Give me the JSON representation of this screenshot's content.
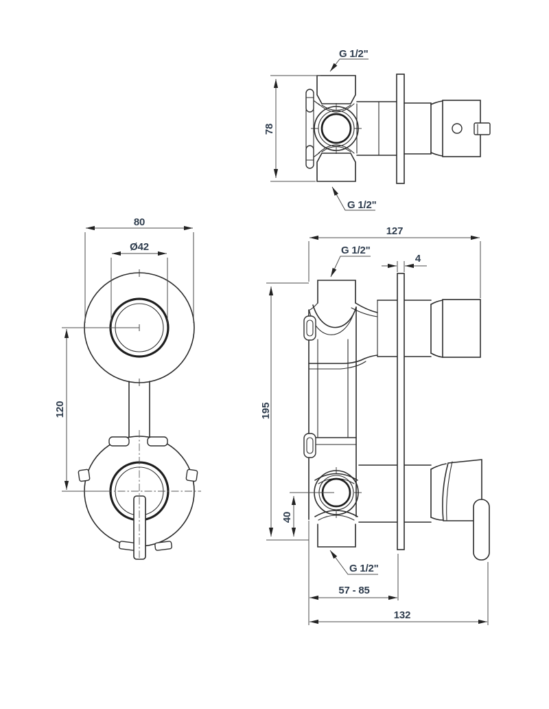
{
  "drawing": {
    "top_view": {
      "height_mm": "78",
      "thread_top": "G 1/2\"",
      "thread_bottom": "G 1/2\""
    },
    "front_view": {
      "width_mm": "80",
      "knob_diameter": "Ø42",
      "axis_distance_mm": "120"
    },
    "side_view": {
      "depth_mm": "127",
      "thread_top": "G 1/2\"",
      "plate_thickness_mm": "4",
      "height_mm": "195",
      "outlet_offset_mm": "40",
      "thread_bottom": "G 1/2\"",
      "install_depth_range_mm": "57 - 85",
      "total_depth_mm": "132"
    },
    "colors": {
      "part_line": "#2b2b2b",
      "dimension_line": "#4a4a4a",
      "dimension_text": "#2e3c4d",
      "background": "#ffffff"
    }
  }
}
